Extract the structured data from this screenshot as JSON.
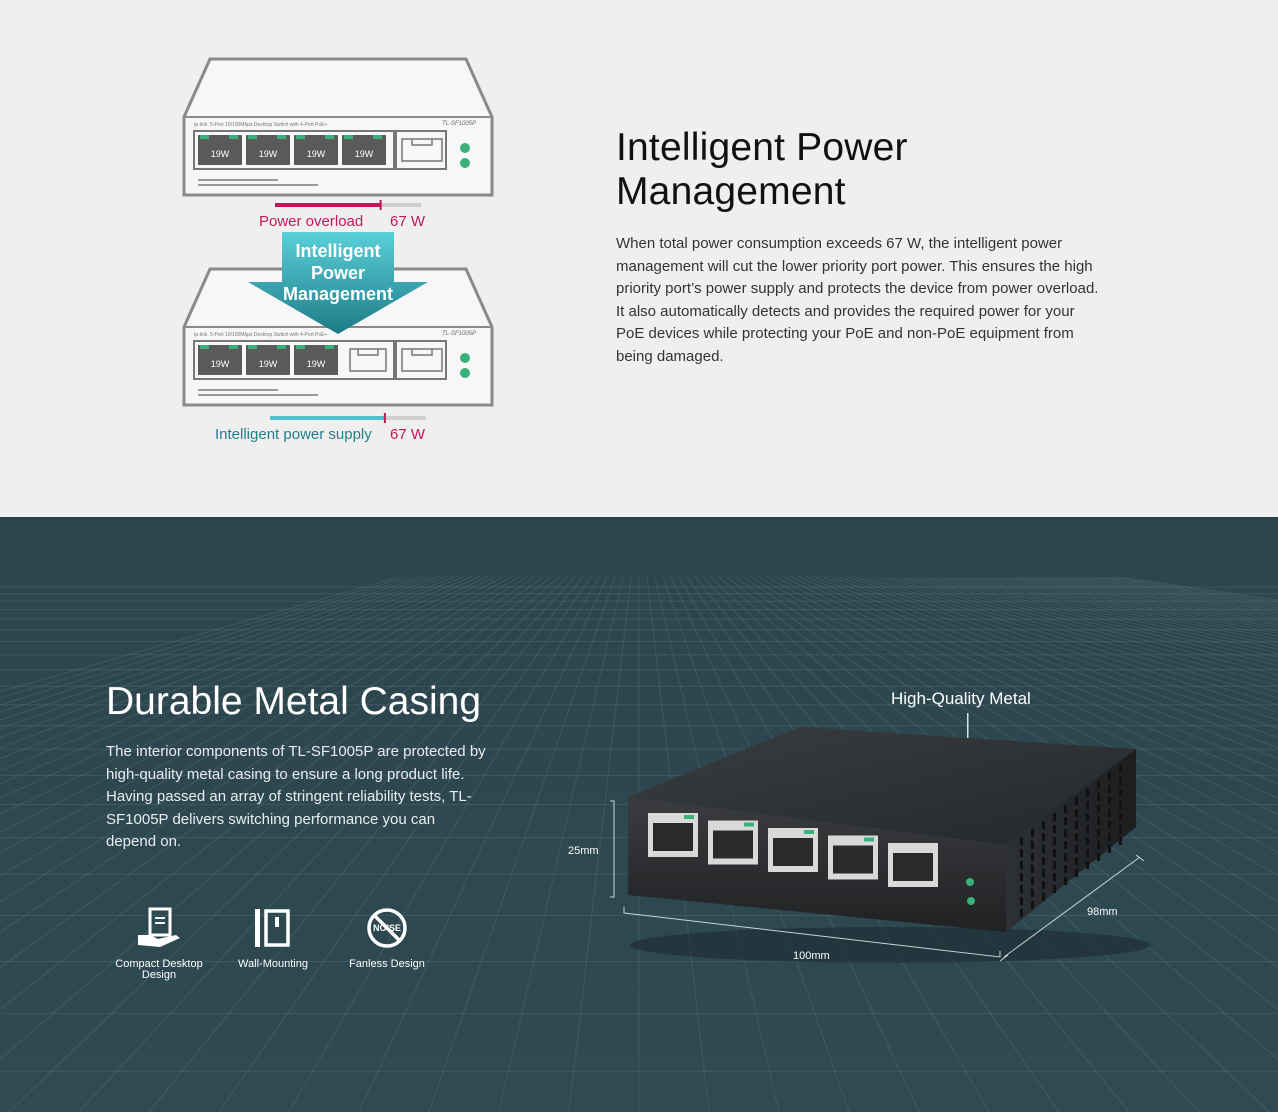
{
  "power": {
    "title": "Intelligent Power Management",
    "description": "When total power consumption exceeds 67 W, the intelligent power management will cut the lower priority port power. This ensures the high priority port’s power supply and protects the device from power overload. It also automatically detects and provides the required power for your PoE devices while protecting your PoE and non-PoE equipment from being damaged.",
    "overload_label": "Power overload",
    "overload_value": "67 W",
    "supply_label": "Intelligent power supply",
    "supply_value": "67 W",
    "arrow_text_1": "Intelligent",
    "arrow_text_2": "Power",
    "arrow_text_3": "Management",
    "port_label": "19W",
    "switch_model": "TL-SF1005P",
    "switch_desc": "5-Port 10/100Mbps Desktop Switch with 4-Port PoE+",
    "brand": "tp-link",
    "overload_level": 0.73,
    "supply_level": 0.73,
    "accent_overload": "#c2185b",
    "accent_supply": "#20808a",
    "bar_overload": "#c2185b",
    "bar_supply": "#4dc3d1"
  },
  "casing": {
    "title": "Durable Metal Casing",
    "description": "The interior components of TL-SF1005P are protected by high-quality metal casing to ensure a long product life. Having passed an array of stringent reliability tests, TL-SF1005P delivers switching performance you can depend on.",
    "callout": "High-Quality Metal",
    "dim_height": "25mm",
    "dim_width": "100mm",
    "dim_depth": "98mm",
    "features": [
      {
        "label": "Compact Desktop Design",
        "icon": "desktop-hand-icon"
      },
      {
        "label": "Wall-Mounting",
        "icon": "wall-mount-icon"
      },
      {
        "label": "Fanless Design",
        "icon": "no-noise-icon"
      }
    ],
    "noise_text": "NOISE"
  }
}
